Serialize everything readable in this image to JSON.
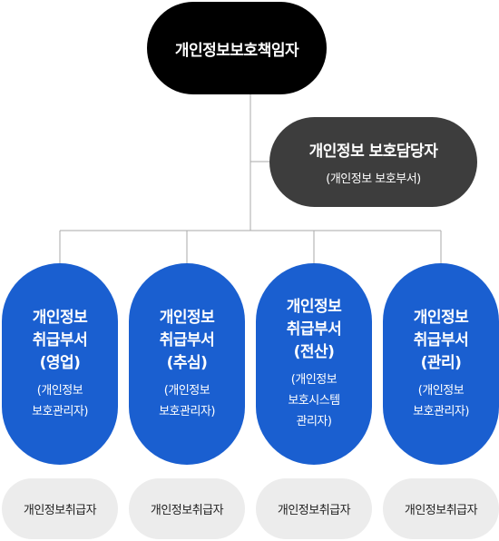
{
  "chief": {
    "label": "개인정보보호책임자"
  },
  "manager": {
    "title": "개인정보 보호담당자",
    "subtitle": "(개인정보 보호부서)"
  },
  "departments": [
    {
      "title_lines": [
        "개인정보",
        "취급부서",
        "(영업)"
      ],
      "sub_lines": [
        "(개인정보",
        "보호관리자)"
      ]
    },
    {
      "title_lines": [
        "개인정보",
        "취급부서",
        "(추심)"
      ],
      "sub_lines": [
        "(개인정보",
        "보호관리자)"
      ]
    },
    {
      "title_lines": [
        "개인정보",
        "취급부서",
        "(전산)"
      ],
      "sub_lines": [
        "(개인정보",
        "보호시스템",
        "관리자)"
      ]
    },
    {
      "title_lines": [
        "개인정보",
        "취급부서",
        "(관리)"
      ],
      "sub_lines": [
        "(개인정보",
        "보호관리자)"
      ]
    }
  ],
  "workers": [
    {
      "label": "개인정보취급자"
    },
    {
      "label": "개인정보취급자"
    },
    {
      "label": "개인정보취급자"
    },
    {
      "label": "개인정보취급자"
    }
  ],
  "colors": {
    "chief": "#000000",
    "manager": "#3d3d3d",
    "department": "#1a5fd0",
    "worker": "#ececec",
    "line": "#aaaaaa"
  }
}
